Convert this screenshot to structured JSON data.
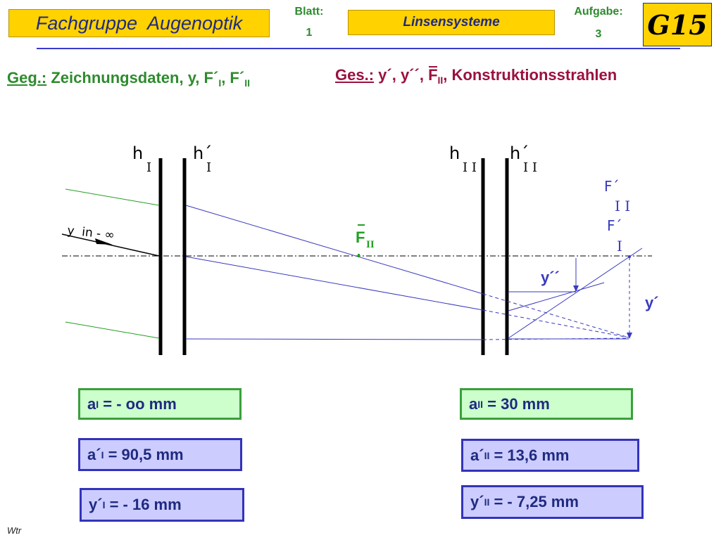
{
  "header": {
    "group_title": "Fachgruppe  Augenoptik",
    "blatt_label": "Blatt:",
    "blatt_value": "1",
    "topic": "Linsensysteme",
    "aufgabe_label": "Aufgabe:",
    "aufgabe_value": "3",
    "logo_text": "G15"
  },
  "given": {
    "label": "Geg.:",
    "text": "Zeichnungsdaten, y, F´",
    "sub1": "I",
    "sep": ", F´",
    "sub2": "II"
  },
  "sought": {
    "label": "Ges.:",
    "text": "y´, y´´, ",
    "f": "F",
    "f_sub": "II",
    "rest": ", Konstruktionsstrahlen"
  },
  "diagram": {
    "h1": "h",
    "h1_sub": "I",
    "h1p": "h´",
    "h1p_sub": "I",
    "h2": "h",
    "h2_sub": "I I",
    "h2p": "h´",
    "h2p_sub": "I I",
    "y_label": "y  in - ∞",
    "f2_label": "F",
    "f2_sub": "II",
    "fp2_label": "F´",
    "fp2_sub": "I I",
    "fp1_label": "F´",
    "fp1_sub": "I",
    "ypp_label": "y´´",
    "yp_label": "y´"
  },
  "values": {
    "a1_label": "a",
    "a1_sub": "I",
    "a1_value": " = - oo mm",
    "a2_label": "a",
    "a2_sub": "II",
    "a2_value": " = 30 mm",
    "ap1_label": "a´",
    "ap1_sub": "I",
    "ap1_value": " = 90,5 mm",
    "ap2_label": "a´",
    "ap2_sub": "II",
    "ap2_value": " = 13,6 mm",
    "yp1_label": "y´",
    "yp1_sub": "I",
    "yp1_value": " = - 16 mm",
    "yp2_label": "y´",
    "yp2_sub": "II",
    "yp2_value": " = - 7,25 mm"
  },
  "footer": {
    "author": "Wtr"
  },
  "colors": {
    "title_blue": "#1f2a80",
    "header_green": "#2e8b2e",
    "ges_red": "#9b1040",
    "ray_blue": "#3a3ac0",
    "ray_green": "#22a022",
    "yellow": "#ffd200"
  }
}
